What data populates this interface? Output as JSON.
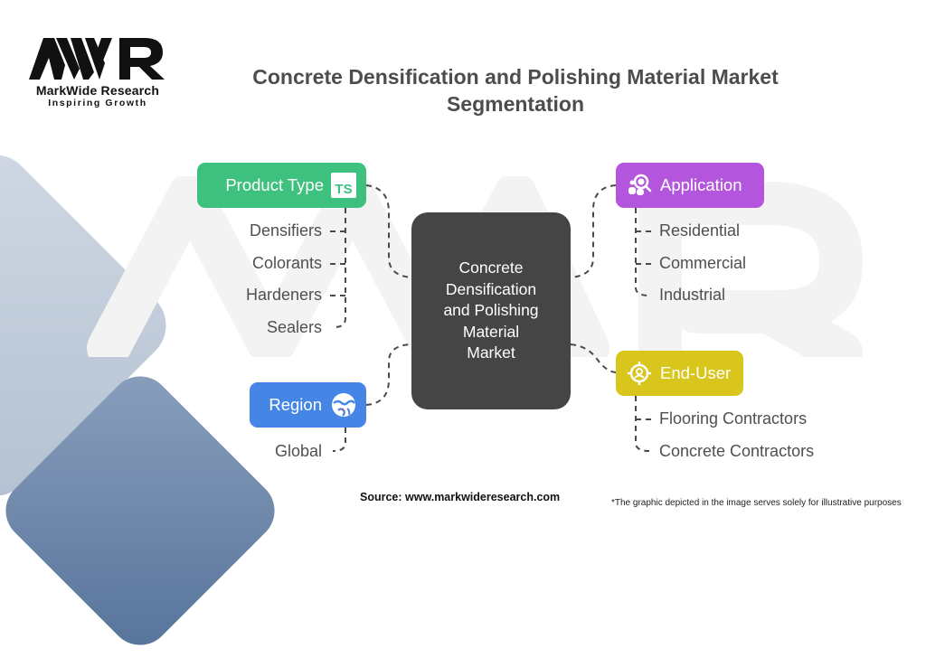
{
  "brand": {
    "logo_mark": "MWR",
    "name": "MarkWide Research",
    "tagline": "Inspiring Growth"
  },
  "title": {
    "line1": "Concrete Densification and Polishing Material Market",
    "line2": "Segmentation"
  },
  "center": {
    "lines": [
      "Concrete",
      "Densification",
      "and Polishing",
      "Material",
      "Market"
    ],
    "color": "#454545"
  },
  "categories": [
    {
      "id": "product-type",
      "label": "Product Type",
      "icon": "ts-badge-icon",
      "icon_text": "TS",
      "color": "#3ec17f",
      "items": [
        "Densifiers",
        "Colorants",
        "Hardeners",
        "Sealers"
      ]
    },
    {
      "id": "application",
      "label": "Application",
      "icon": "search-cluster-icon",
      "color": "#b455dd",
      "items": [
        "Residential",
        "Commercial",
        "Industrial"
      ]
    },
    {
      "id": "end-user",
      "label": "End-User",
      "icon": "target-user-icon",
      "color": "#d9c61c",
      "items": [
        "Flooring Contractors",
        "Concrete Contractors"
      ]
    },
    {
      "id": "region",
      "label": "Region",
      "icon": "globe-icon",
      "color": "#4585e6",
      "items": [
        "Global"
      ]
    }
  ],
  "footer": {
    "source": "Source: www.markwideresearch.com",
    "disclaimer": "*The graphic depicted in the image serves solely for illustrative purposes"
  }
}
